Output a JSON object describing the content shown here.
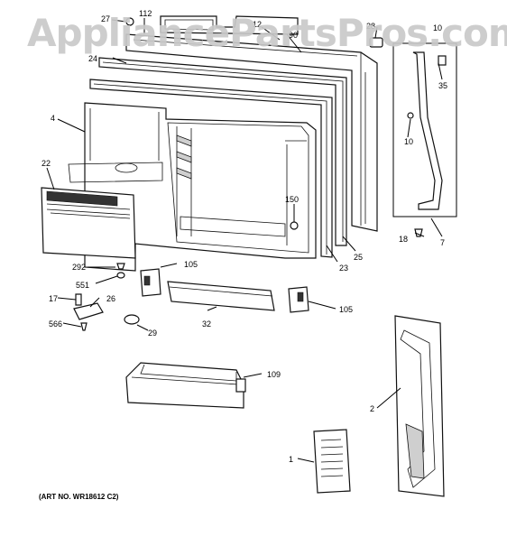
{
  "watermark": {
    "text": "AppliancePartsPros.com"
  },
  "art_number": "(ART NO. WR18612 C2)",
  "callouts": [
    {
      "label": "27"
    },
    {
      "label": "112"
    },
    {
      "label": "12"
    },
    {
      "label": "90"
    },
    {
      "label": "28"
    },
    {
      "label": "10"
    },
    {
      "label": "24"
    },
    {
      "label": "35"
    },
    {
      "label": "4"
    },
    {
      "label": "10"
    },
    {
      "label": "22"
    },
    {
      "label": "150"
    },
    {
      "label": "7"
    },
    {
      "label": "18"
    },
    {
      "label": "25"
    },
    {
      "label": "23"
    },
    {
      "label": "105"
    },
    {
      "label": "292"
    },
    {
      "label": "551"
    },
    {
      "label": "17"
    },
    {
      "label": "26"
    },
    {
      "label": "32"
    },
    {
      "label": "105"
    },
    {
      "label": "566"
    },
    {
      "label": "29"
    },
    {
      "label": "109"
    },
    {
      "label": "2"
    },
    {
      "label": "1"
    }
  ]
}
